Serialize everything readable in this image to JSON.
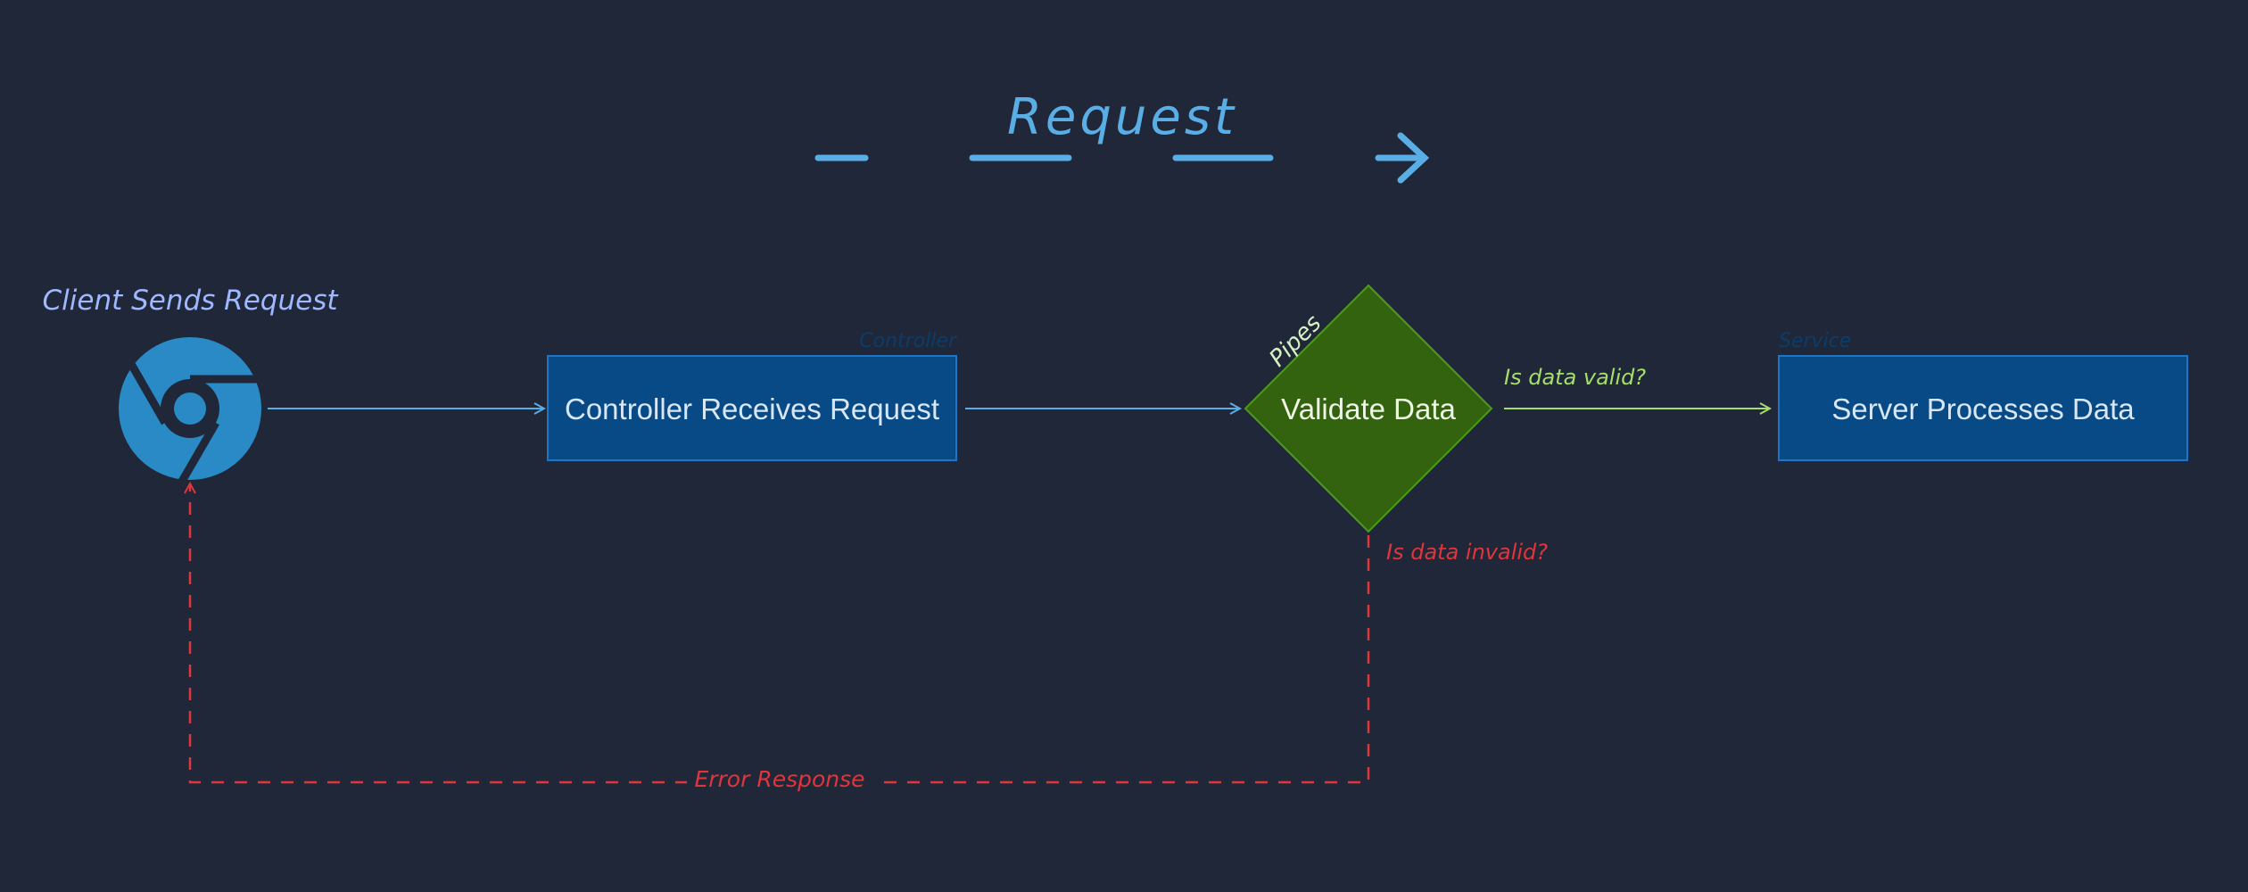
{
  "title": "Request",
  "client": {
    "label": "Client Sends Request",
    "icon": "chrome-browser-icon"
  },
  "controller": {
    "label": "Controller Receives Request",
    "tag": "Controller"
  },
  "validate": {
    "label": "Validate Data",
    "tag": "Pipes"
  },
  "server": {
    "label": "Server Processes Data",
    "tag": "Service"
  },
  "edges": {
    "valid_label": "Is data valid?",
    "invalid_label": "Is data invalid?",
    "error_label": "Error Response"
  },
  "colors": {
    "background": "#1f2739",
    "accent_blue": "#5aaee6",
    "box_fill": "#074a85",
    "box_stroke": "#1f74c4",
    "box_text": "#d8e6f5",
    "diamond_fill": "#33630e",
    "diamond_stroke": "#4e9a1a",
    "valid_green": "#a6de6a",
    "error_red": "#e0353a",
    "client_label": "#9fb8ff",
    "chrome_blue": "#2a8ac6",
    "tag_dark": "#0b3d6b"
  }
}
